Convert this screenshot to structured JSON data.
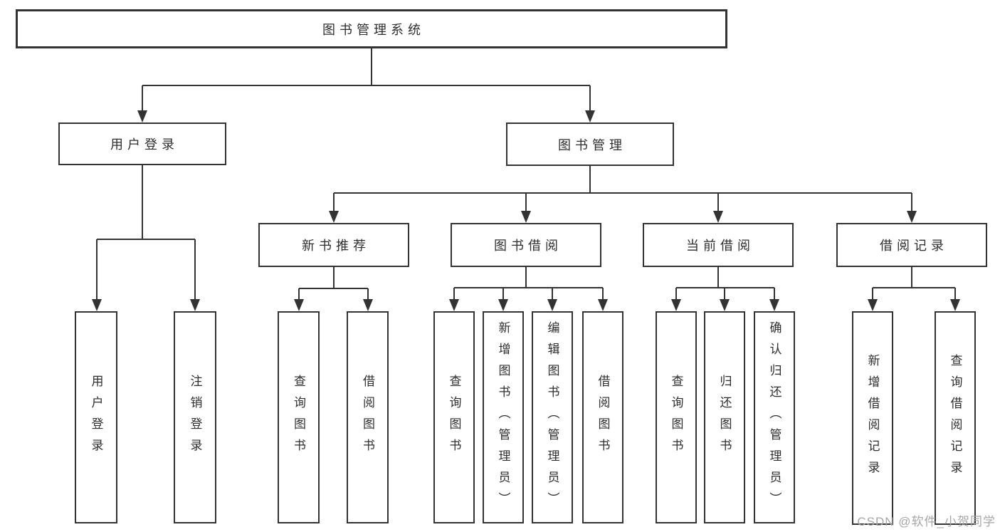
{
  "diagram": {
    "root": {
      "label": "图书管理系统"
    },
    "level2": [
      {
        "label": "用户登录"
      },
      {
        "label": "图书管理"
      }
    ],
    "level3": [
      {
        "label": "新书推荐"
      },
      {
        "label": "图书借阅"
      },
      {
        "label": "当前借阅"
      },
      {
        "label": "借阅记录"
      }
    ],
    "leaves": {
      "user_login": [
        {
          "label": "用户登录"
        },
        {
          "label": "注销登录"
        }
      ],
      "new_books": [
        {
          "label": "查询图书"
        },
        {
          "label": "借阅图书"
        }
      ],
      "book_borrow": [
        {
          "label": "查询图书"
        },
        {
          "label": "新增图书（管理员）"
        },
        {
          "label": "编辑图书（管理员）"
        },
        {
          "label": "借阅图书"
        }
      ],
      "current_borrow": [
        {
          "label": "查询图书"
        },
        {
          "label": "归还图书"
        },
        {
          "label": "确认归还（管理员）"
        }
      ],
      "borrow_records": [
        {
          "label": "新增借阅记录"
        },
        {
          "label": "查询借阅记录"
        }
      ]
    },
    "watermark": "CSDN @软件_小贺同学",
    "colors": {
      "line": "#333333",
      "text": "#2e2e2e",
      "watermark": "#a6a6a6",
      "background": "#ffffff"
    }
  }
}
